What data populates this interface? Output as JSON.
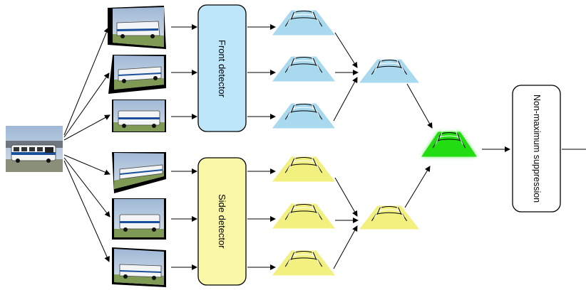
{
  "detectors": {
    "front": {
      "label": "Front detector",
      "fill": "#bde6fb"
    },
    "side": {
      "label": "Side detector",
      "fill": "#fbf9a8"
    }
  },
  "nms": {
    "label": "Non-maximum suppression"
  },
  "pyramid_colors": {
    "front": "#a9d9ee",
    "side": "#f2f07f",
    "final": "#22dd11"
  }
}
